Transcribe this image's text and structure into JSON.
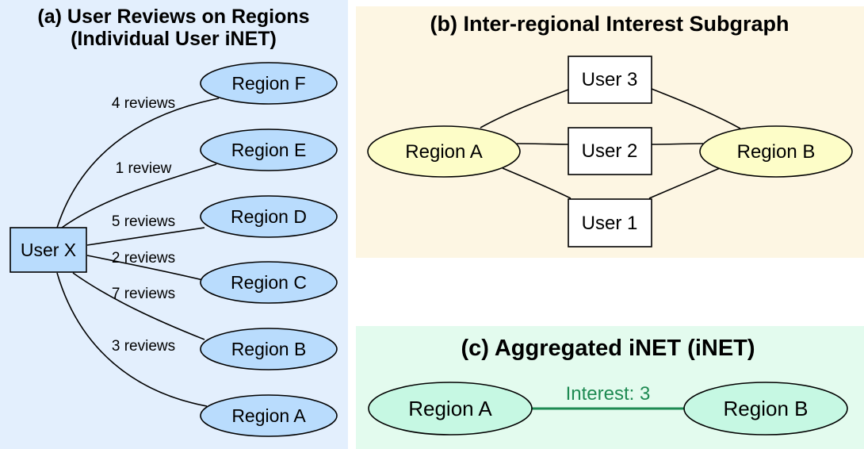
{
  "panel_a": {
    "title_line1": "(a) User Reviews on Regions",
    "title_line2": "(Individual User iNET)",
    "user": "User X",
    "edges": [
      {
        "region": "Region F",
        "label": "4 reviews"
      },
      {
        "region": "Region E",
        "label": "1 review"
      },
      {
        "region": "Region D",
        "label": "5 reviews"
      },
      {
        "region": "Region C",
        "label": "2 reviews"
      },
      {
        "region": "Region B",
        "label": "7 reviews"
      },
      {
        "region": "Region A",
        "label": "3 reviews"
      }
    ]
  },
  "panel_b": {
    "title": "(b) Inter-regional Interest Subgraph",
    "region_left": "Region A",
    "region_right": "Region B",
    "users": [
      "User 3",
      "User 2",
      "User 1"
    ]
  },
  "panel_c": {
    "title": "(c) Aggregated iNET (iNET)",
    "region_left": "Region A",
    "region_right": "Region B",
    "edge_label": "Interest: 3"
  },
  "colors": {
    "panel_a_bg": "#e3effd",
    "panel_b_bg": "#fdf6e3",
    "panel_c_bg": "#e3fbee",
    "region_a_fill": "#b9dcfd",
    "region_b_fill": "#fdfdc8",
    "region_c_fill": "#c6f8e3",
    "user_fill": "#b9dcfd",
    "interest_edge": "#1e8a52"
  }
}
